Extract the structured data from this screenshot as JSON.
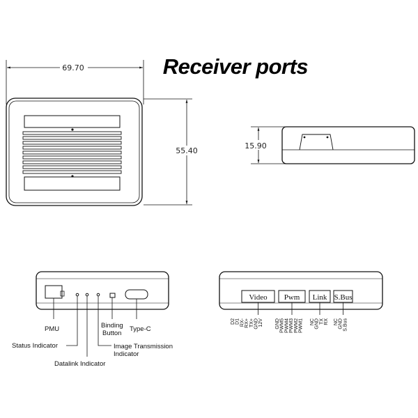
{
  "title": "Receiver ports",
  "dimensions": {
    "width": "69.70",
    "depth": "55.40",
    "height": "15.90"
  },
  "left_side_labels": {
    "pmu": "PMU",
    "status_indicator": "Status Indicator",
    "datalink_indicator": "Datalink Indicator",
    "binding_button_line1": "Binding",
    "binding_button_line2": "Button",
    "type_c": "Type-C",
    "image_transmission_line1": "Image Transmission",
    "image_transmission_line2": "Indicator"
  },
  "ports": [
    {
      "label": "Video",
      "pins": [
        "D2",
        "D1",
        "RX-",
        "RX+",
        "TX+",
        "GND",
        "12V"
      ]
    },
    {
      "label": "Pwm",
      "pins": [
        "GND",
        "PWM5",
        "PWM4",
        "PWM3",
        "PWM2",
        "PWM1"
      ]
    },
    {
      "label": "Link",
      "pins": [
        "NC",
        "GND",
        "TX",
        "RX"
      ]
    },
    {
      "label": "S.Bus",
      "pins": [
        "NC",
        "GND",
        "S.Bus"
      ]
    }
  ]
}
